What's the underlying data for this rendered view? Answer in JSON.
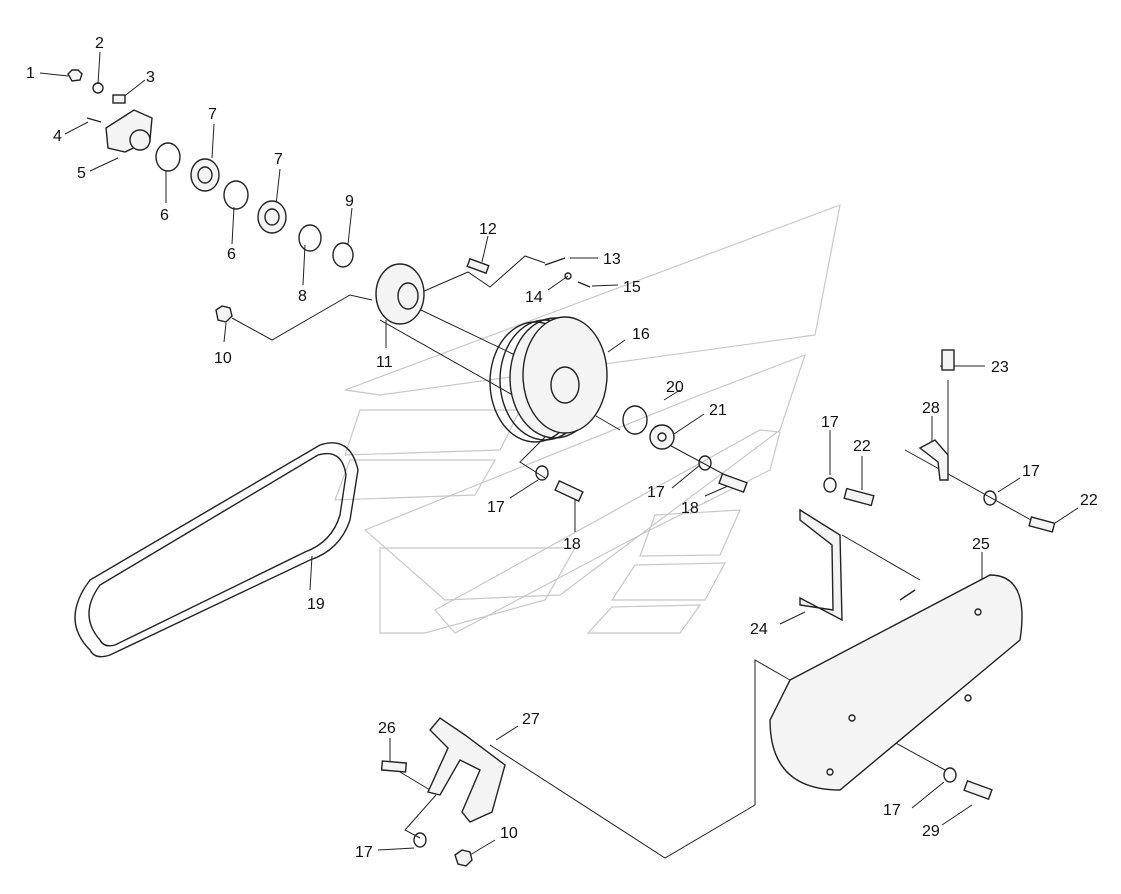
{
  "diagram": {
    "labels": {
      "n1": "1",
      "n2": "2",
      "n3": "3",
      "n4": "4",
      "n5": "5",
      "n6a": "6",
      "n6b": "6",
      "n7a": "7",
      "n7b": "7",
      "n8": "8",
      "n9": "9",
      "n10a": "10",
      "n10b": "10",
      "n11": "11",
      "n12": "12",
      "n13": "13",
      "n14": "14",
      "n15": "15",
      "n16": "16",
      "n17a": "17",
      "n17b": "17",
      "n17c": "17",
      "n17d": "17",
      "n17e": "17",
      "n17f": "17",
      "n18a": "18",
      "n18b": "18",
      "n19": "19",
      "n20": "20",
      "n21": "21",
      "n22a": "22",
      "n22b": "22",
      "n23": "23",
      "n24": "24",
      "n25": "25",
      "n26": "26",
      "n27": "27",
      "n28": "28",
      "n29": "29"
    },
    "colors": {
      "line": "#222222",
      "watermark": "#c8c8c8",
      "background": "#ffffff"
    }
  }
}
